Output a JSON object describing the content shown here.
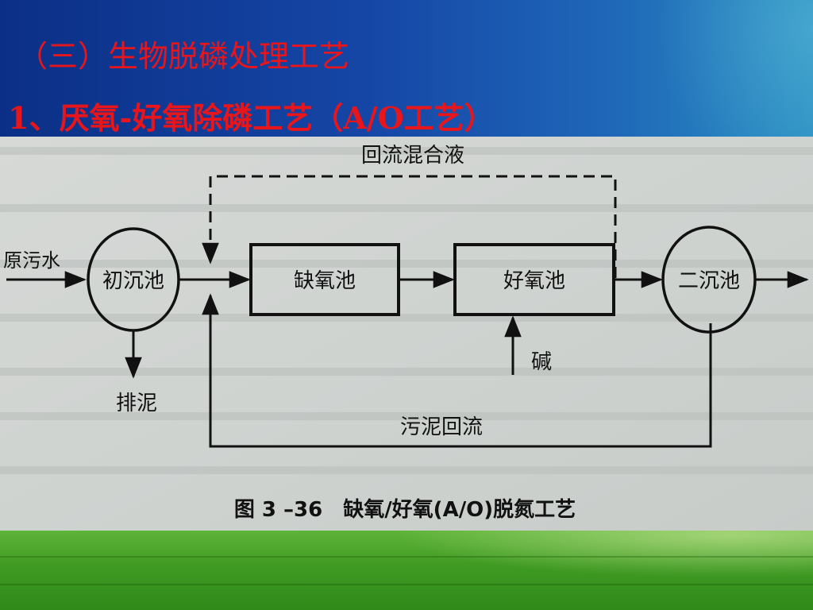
{
  "slide": {
    "heading": "（三）生物脱磷处理工艺",
    "subheading": "1、厌氧-好氧除磷工艺（A/O工艺）"
  },
  "diagram": {
    "nodes": {
      "raw_sewage": "原污水",
      "primary_clarifier": "初沉池",
      "anoxic_tank": "缺氧池",
      "aerobic_tank": "好氧池",
      "secondary_clarifier": "二沉池",
      "sludge_discharge": "排泥",
      "alkali": "碱"
    },
    "flows": {
      "mixed_liquor_return": "回流混合液",
      "sludge_return": "污泥回流"
    },
    "caption": "图 3 –36　缺氧/好氧(A/O)脱氮工艺"
  }
}
